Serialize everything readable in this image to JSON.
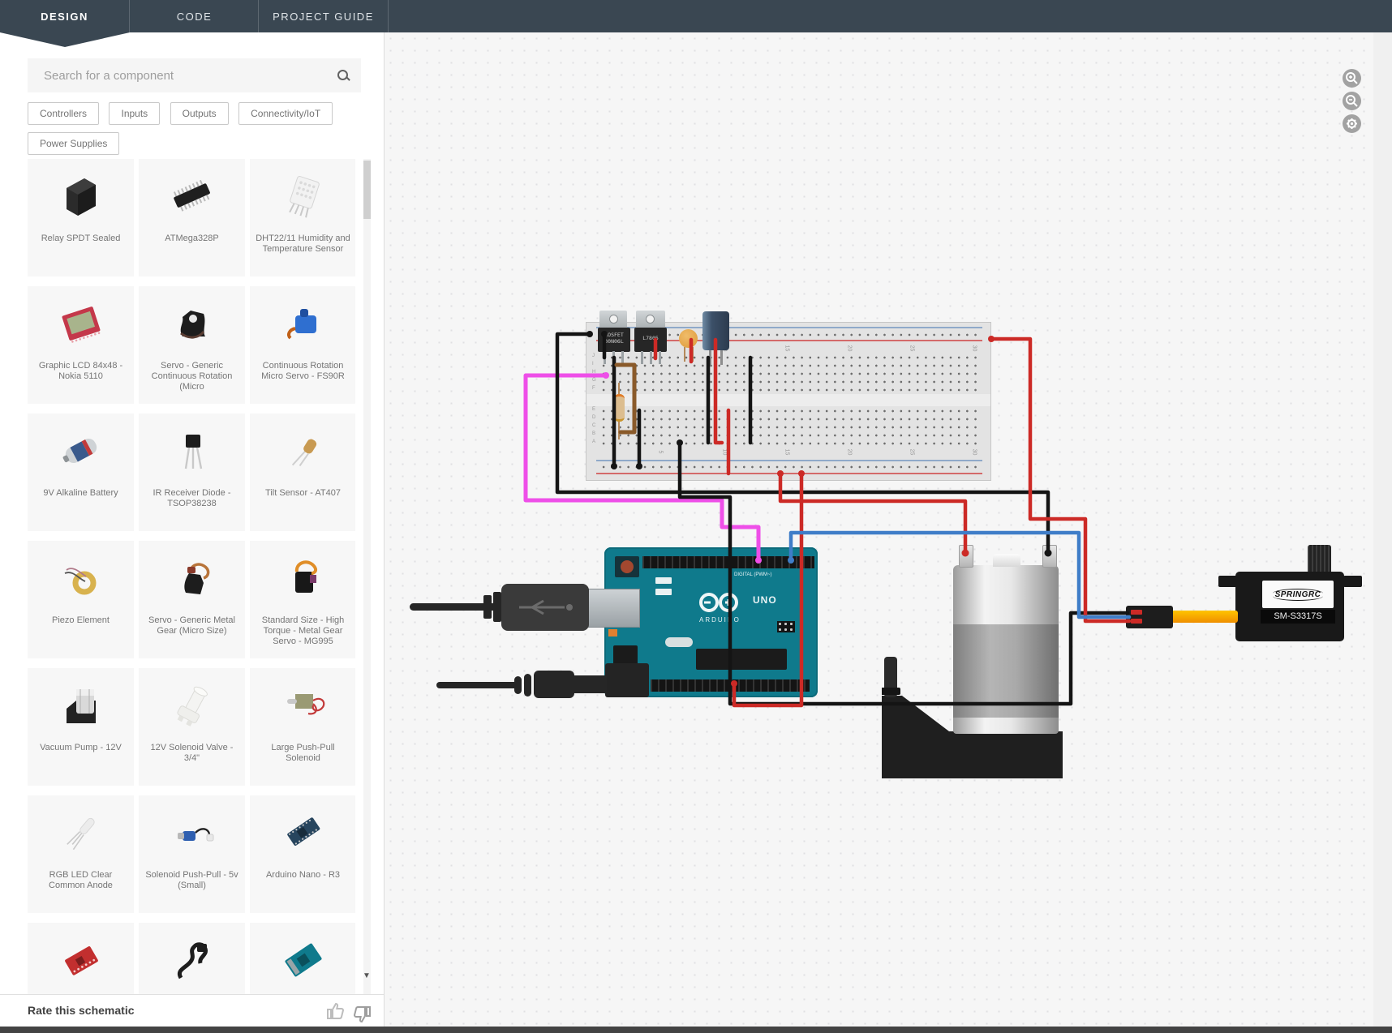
{
  "nav": {
    "tabs": [
      {
        "label": "DESIGN"
      },
      {
        "label": "CODE"
      },
      {
        "label": "PROJECT GUIDE"
      }
    ]
  },
  "search": {
    "placeholder": "Search for a component"
  },
  "sidebar": {
    "filters": [
      "Controllers",
      "Inputs",
      "Outputs",
      "Connectivity/IoT",
      "Power Supplies"
    ],
    "components": [
      {
        "label": "Relay SPDT Sealed",
        "icon": "relay"
      },
      {
        "label": "ATMega328P",
        "icon": "atmega"
      },
      {
        "label": "DHT22/11 Humidity and Temperature Sensor",
        "icon": "dht"
      },
      {
        "label": "Graphic LCD 84x48 - Nokia 5110",
        "icon": "lcd"
      },
      {
        "label": "Servo - Generic Continuous Rotation (Micro",
        "icon": "servo_black"
      },
      {
        "label": "Continuous Rotation Micro Servo - FS90R",
        "icon": "fs90r"
      },
      {
        "label": "9V Alkaline Battery",
        "icon": "battery"
      },
      {
        "label": "IR Receiver Diode - TSOP38238",
        "icon": "ir"
      },
      {
        "label": "Tilt Sensor - AT407",
        "icon": "tilt"
      },
      {
        "label": "Piezo Element",
        "icon": "piezo"
      },
      {
        "label": "Servo - Generic Metal Gear (Micro Size)",
        "icon": "servo_metal"
      },
      {
        "label": "Standard Size - High Torque - Metal Gear Servo - MG995",
        "icon": "mg995"
      },
      {
        "label": "Vacuum Pump - 12V",
        "icon": "pump"
      },
      {
        "label": "12V Solenoid Valve - 3/4\"",
        "icon": "valve"
      },
      {
        "label": "Large Push-Pull Solenoid",
        "icon": "solenoid_big"
      },
      {
        "label": "RGB LED Clear Common Anode",
        "icon": "rgbled"
      },
      {
        "label": "Solenoid Push-Pull - 5v (Small)",
        "icon": "solenoid_small"
      },
      {
        "label": "Arduino Nano - R3",
        "icon": "nano"
      },
      {
        "label": "",
        "icon": "breakout_red"
      },
      {
        "label": "",
        "icon": "cable_black"
      },
      {
        "label": "",
        "icon": "board_teal"
      }
    ],
    "scroll_down_glyph": "▼"
  },
  "rate": {
    "label": "Rate this schematic"
  },
  "canvas": {
    "controls": [
      "zoom-in",
      "zoom-out",
      "settings"
    ],
    "breadboard": {
      "mosfet_text": "MOSFET\n30N06L",
      "regulator_text": "L7805",
      "column_labels": [
        "5",
        "10",
        "15",
        "20",
        "25",
        "30"
      ],
      "row_letters_top": [
        "J",
        "I",
        "H",
        "G",
        "F"
      ],
      "row_letters_bottom": [
        "E",
        "D",
        "C",
        "B",
        "A"
      ]
    },
    "arduino": {
      "digital_label": "DIGITAL (PWM~)",
      "brand": "ARDUINO",
      "model": "UNO"
    },
    "servo": {
      "brand": "SPRINGRC",
      "model": "SM-S3317S"
    }
  },
  "colors": {
    "nav_bg": "#3a4752",
    "accent_teal": "#0f7a8c",
    "wire_red": "#cc2a26",
    "wire_black": "#141414",
    "wire_magenta": "#ee4fe8",
    "wire_blue": "#3f7dc8",
    "wire_brown": "#8a5a2a",
    "servo_cable_orange": "#f2a000"
  }
}
